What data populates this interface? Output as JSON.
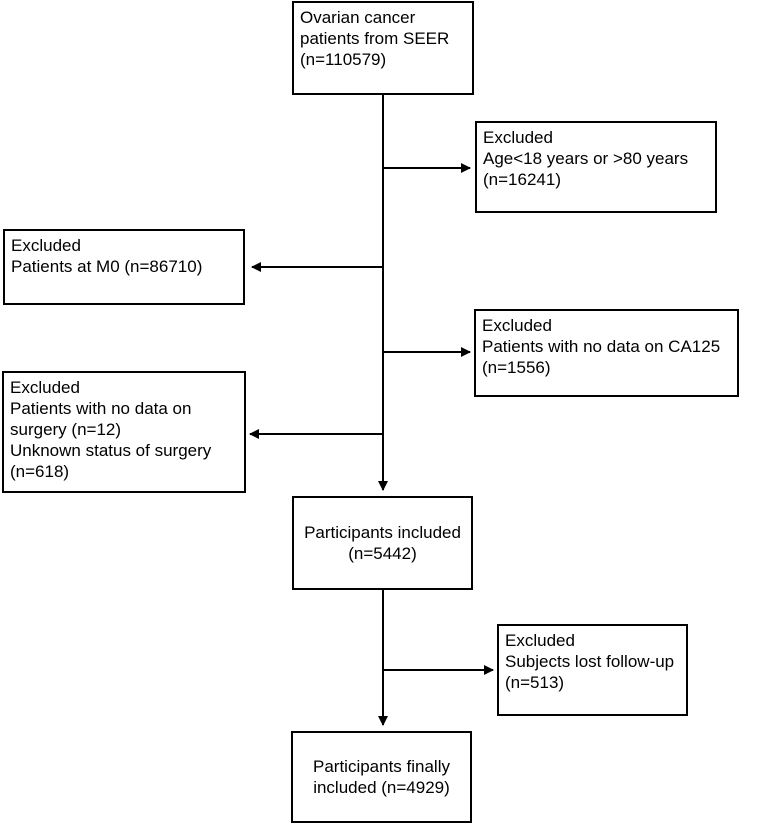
{
  "boxes": {
    "start": {
      "lines": [
        "Ovarian cancer",
        "patients from SEER",
        "(n=110579)"
      ]
    },
    "excl_age": {
      "lines": [
        "Excluded",
        "Age<18 years or >80 years",
        "(n=16241)"
      ]
    },
    "excl_m0": {
      "lines": [
        "Excluded",
        "Patients at M0 (n=86710)"
      ]
    },
    "excl_ca125": {
      "lines": [
        "Excluded",
        "Patients with no data on CA125",
        "(n=1556)"
      ]
    },
    "excl_surgery": {
      "lines": [
        "Excluded",
        "Patients with no data on",
        "surgery  (n=12)",
        "Unknown status of surgery",
        "(n=618)"
      ]
    },
    "included": {
      "lines": [
        "Participants included",
        "(n=5442)"
      ]
    },
    "excl_lost": {
      "lines": [
        "Excluded",
        "Subjects lost follow-up",
        "(n=513)"
      ]
    },
    "final": {
      "lines": [
        "Participants finally",
        "included (n=4929)"
      ]
    }
  },
  "colors": {
    "line": "#000000",
    "box_border": "#000000",
    "background": "#ffffff"
  }
}
